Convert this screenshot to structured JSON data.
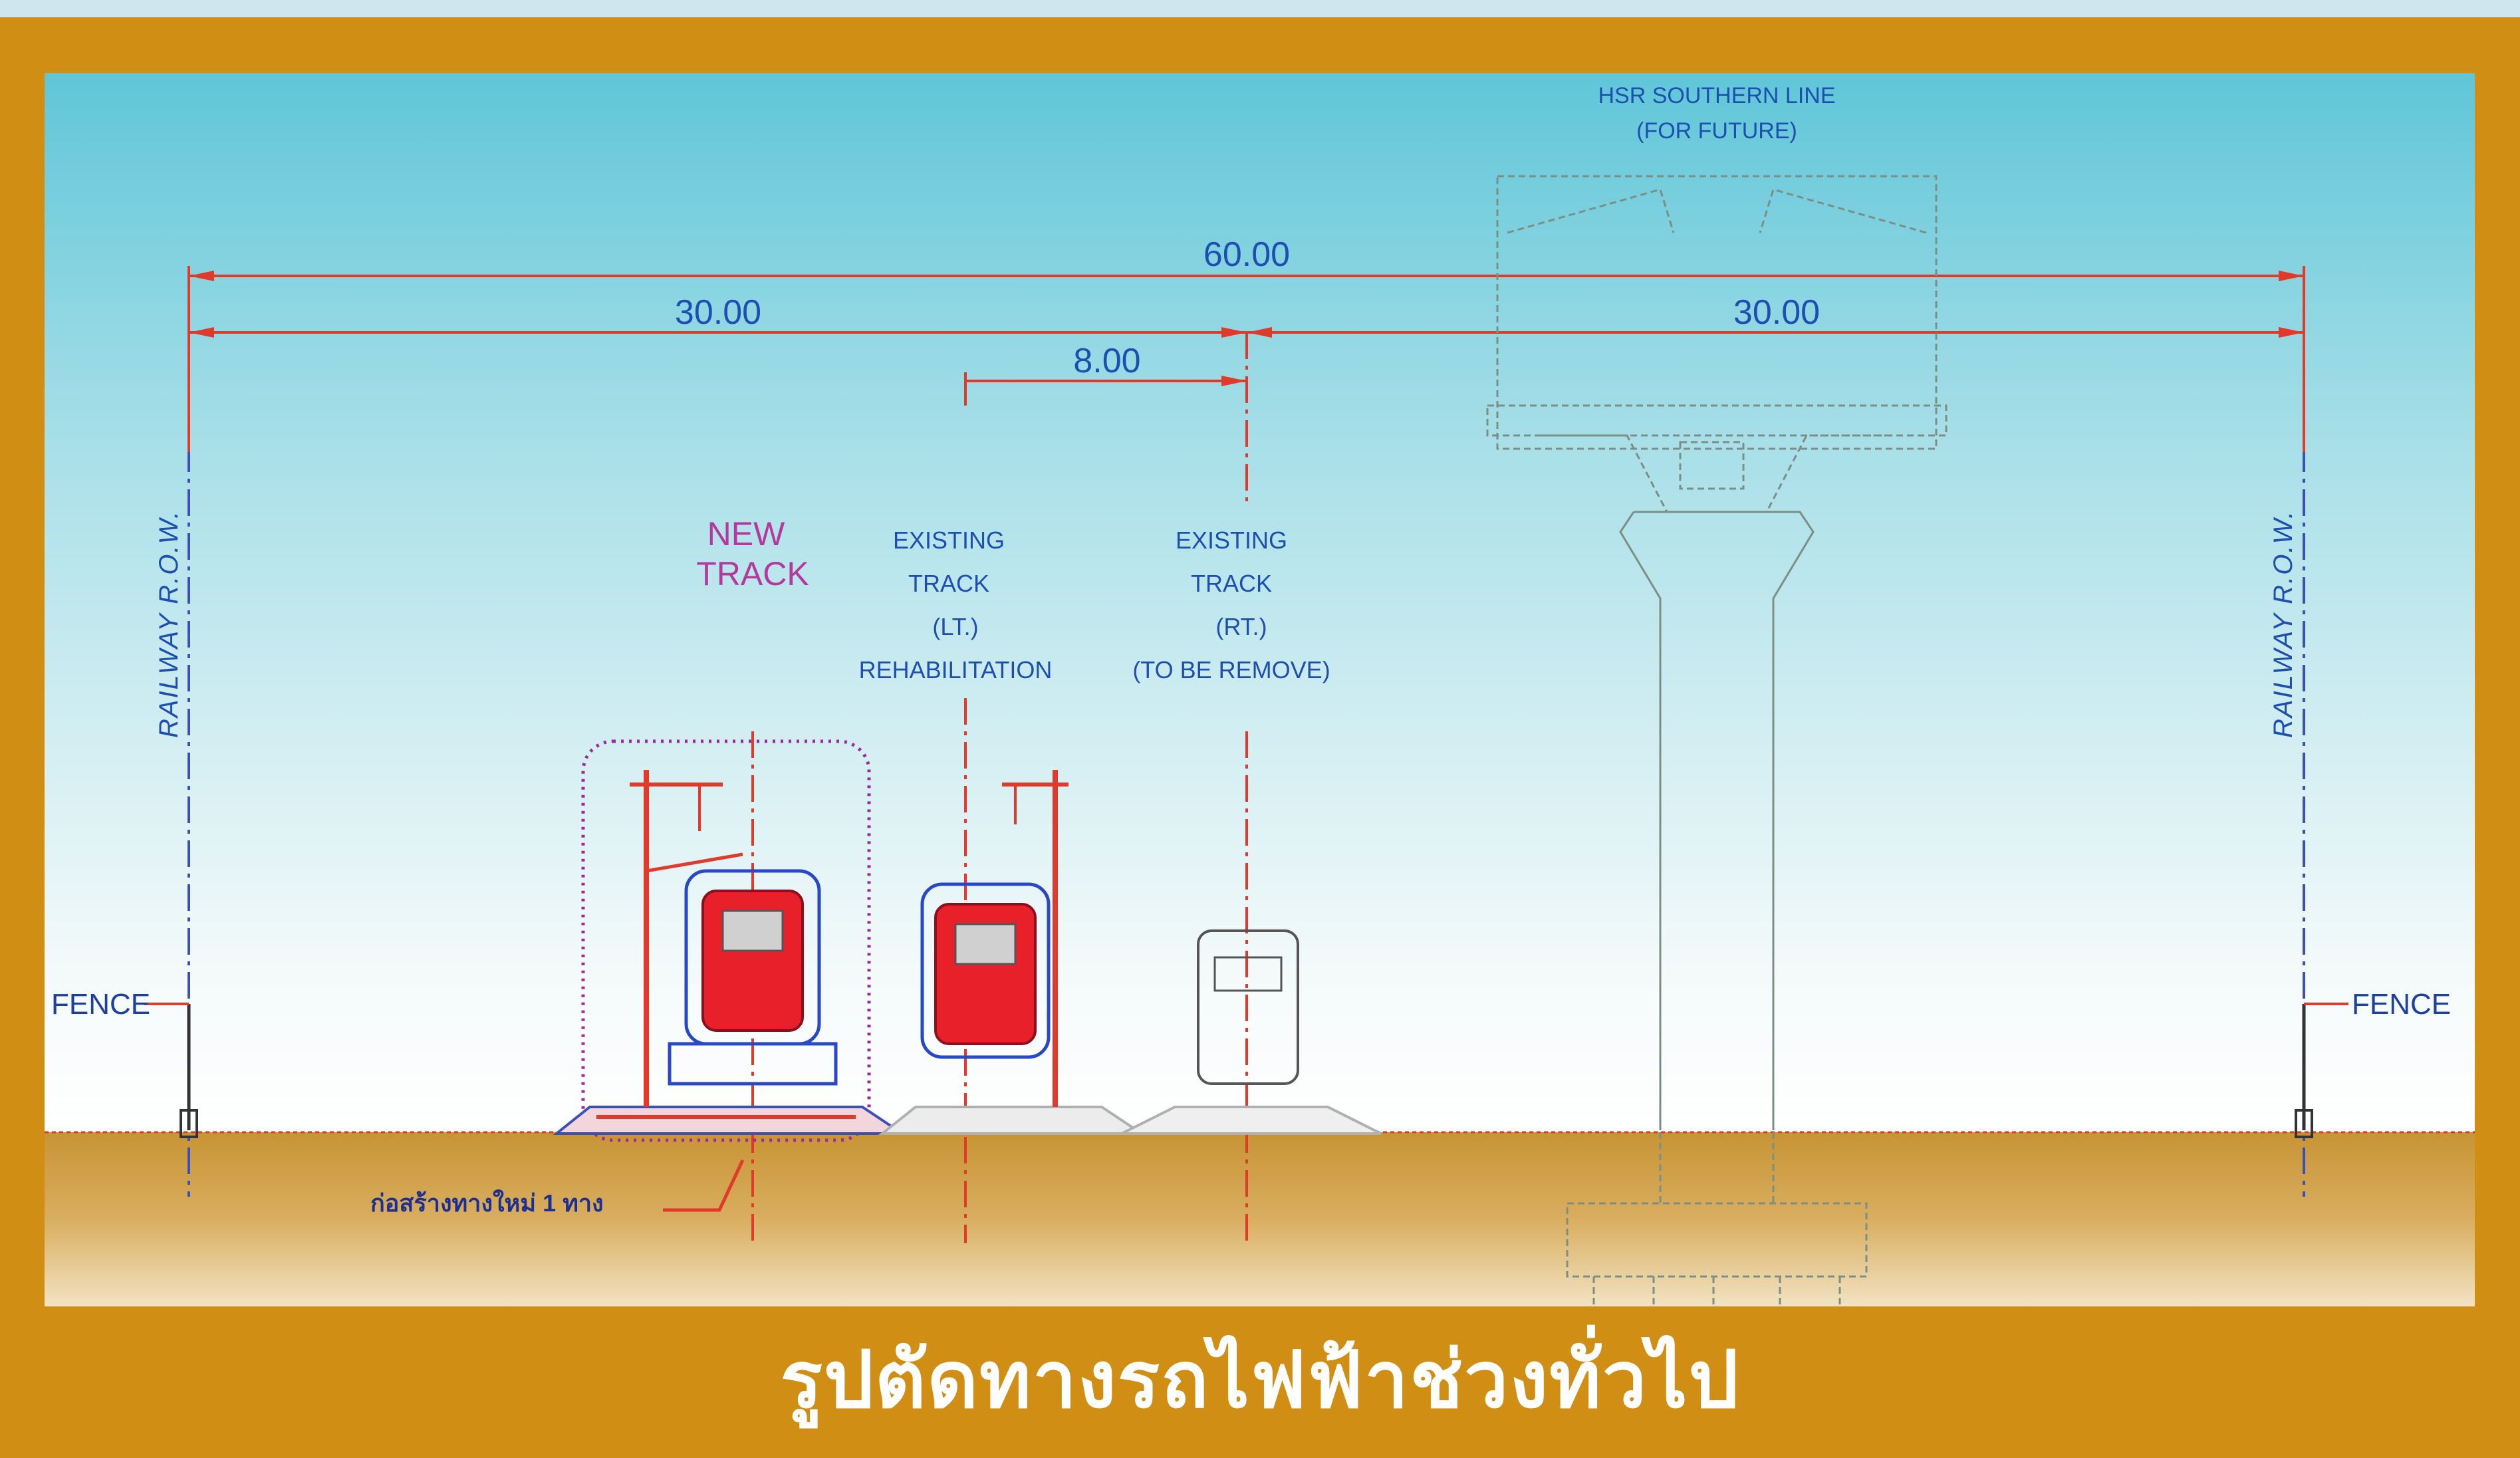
{
  "caption": "รูปตัดทางรถไฟฟ้าช่วงทั่วไป",
  "labels": {
    "hsr_title_line1": "HSR SOUTHERN LINE",
    "hsr_title_line2": "(FOR FUTURE)",
    "dim_total": "60.00",
    "dim_left_half": "30.00",
    "dim_right_half": "30.00",
    "dim_track_spacing": "8.00",
    "row_left": "RAILWAY R.O.W.",
    "row_right": "RAILWAY R.O.W.",
    "fence_left": "FENCE",
    "fence_right": "FENCE",
    "new_track_line1": "NEW",
    "new_track_line2": "TRACK",
    "existing_lt_line1": "EXISTING",
    "existing_lt_line2": "TRACK",
    "existing_lt_line3": "(LT.)",
    "existing_lt_line4": "REHABILITATION",
    "existing_rt_line1": "EXISTING",
    "existing_rt_line2": "TRACK",
    "existing_rt_line3": "(RT.)",
    "existing_rt_line4": "(TO BE REMOVE)",
    "construction_note": "ก่อสร้างทางใหม่ 1 ทาง"
  },
  "colors": {
    "frame": "#d08e14",
    "dimension_red": "#e5232a",
    "dimension_text": "#1d4fb0",
    "new_track_label": "#b3399b",
    "structure_grey": "#8a8f8a",
    "train_red": "#e8202a",
    "train_blue": "#2848c8",
    "ground": "#d3a24a"
  }
}
